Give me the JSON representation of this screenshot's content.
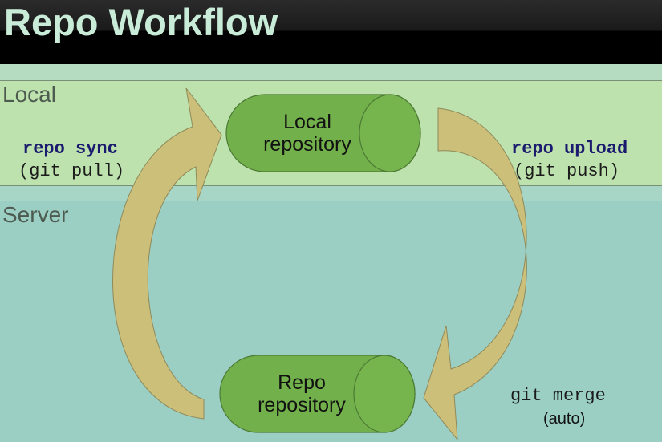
{
  "title": "Repo Workflow",
  "sections": {
    "local": "Local",
    "server": "Server"
  },
  "nodes": {
    "local_repo": {
      "line1": "Local",
      "line2": "repository"
    },
    "repo_repo": {
      "line1": "Repo",
      "line2": "repository"
    }
  },
  "commands": {
    "sync": {
      "command": "repo sync",
      "git": "(git pull)"
    },
    "upload": {
      "command": "repo upload",
      "git": "(git push)"
    },
    "merge": {
      "command": "git merge",
      "note": "(auto)"
    }
  },
  "colors": {
    "title_text": "#c9ecd8",
    "local_band": "#bde2ad",
    "server_band": "#9ccfc4",
    "cylinder": "#72b04b",
    "arrow": "#ccbf7a",
    "command_blue": "#1a1a6e"
  }
}
